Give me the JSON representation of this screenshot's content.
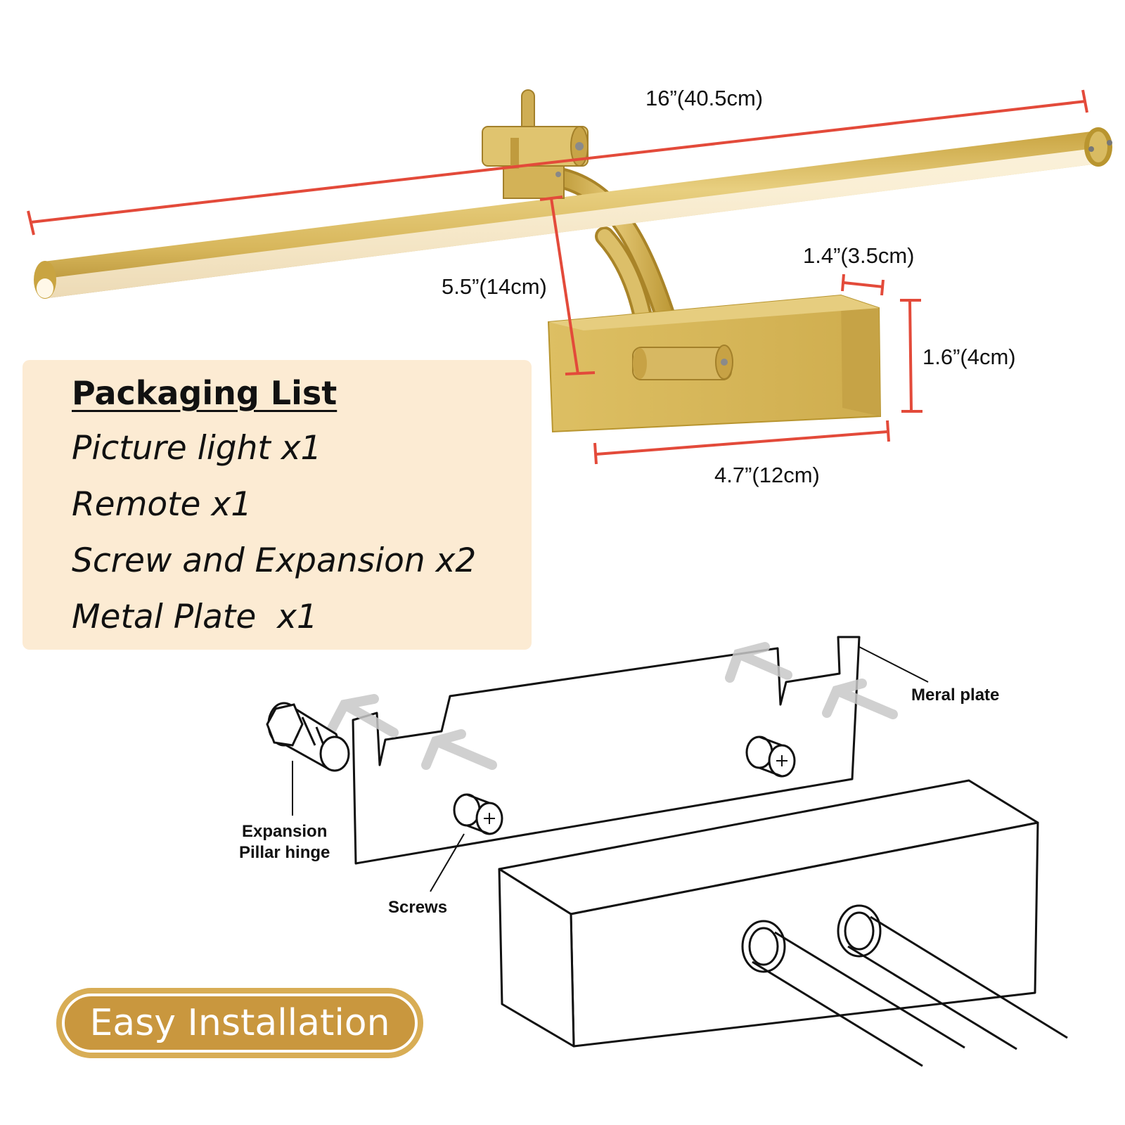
{
  "dimensions": {
    "length": "16”(40.5cm)",
    "arm_height": "5.5”(14cm)",
    "base_depth": "1.4”(3.5cm)",
    "base_height": "1.6”(4cm)",
    "base_width": "4.7”(12cm)"
  },
  "packaging": {
    "title": "Packaging List",
    "items": [
      "Picture light x1",
      "Remote x1",
      "Screw and Expansion x2",
      "Metal Plate  x1"
    ]
  },
  "callouts": {
    "metal_plate": "Meral plate",
    "expansion_line1": "Expansion",
    "expansion_line2": "Pillar hinge",
    "screws": "Screws"
  },
  "badge": {
    "label": "Easy Installation"
  },
  "colors": {
    "gold": "#d3b14f",
    "dimension_line": "#e34a3a",
    "packaging_bg": "#fcebd3",
    "badge_fill": "#c9973e"
  }
}
